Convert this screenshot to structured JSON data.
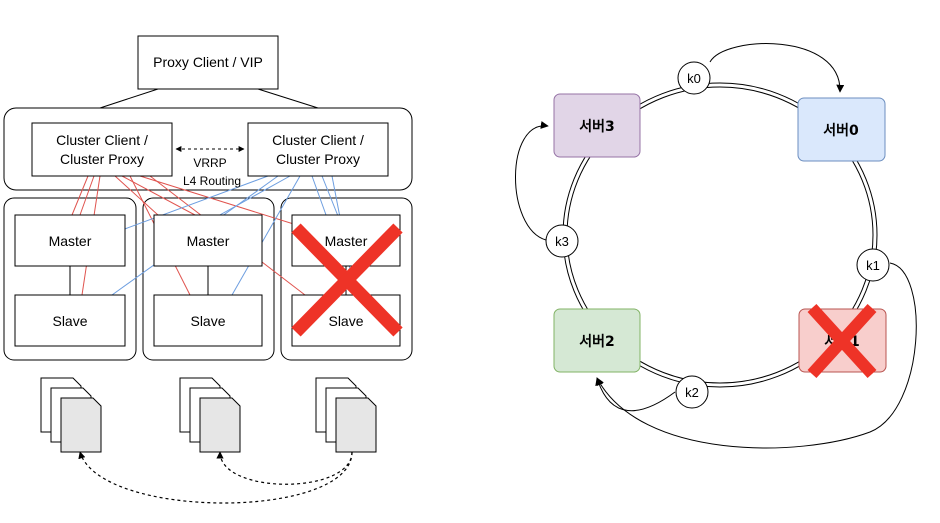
{
  "colors": {
    "red_line": "#e0544f",
    "blue_line": "#6d9ee0",
    "cross": "#ee3327",
    "server3_fill": "#e1d5e7",
    "server3_stroke": "#9673a6",
    "server0_fill": "#dae8fc",
    "server0_stroke": "#6c8ebf",
    "server2_fill": "#d5e8d4",
    "server2_stroke": "#82b366",
    "server1_fill": "#f8cecc",
    "server1_stroke": "#b85450",
    "doc_fill": "#e6e6e6"
  },
  "left_diagram": {
    "proxy_client": "Proxy Client / VIP",
    "cluster_proxy_left": [
      "Cluster Client /",
      "Cluster Proxy"
    ],
    "cluster_proxy_right": [
      "Cluster Client /",
      "Cluster Proxy"
    ],
    "vrrp_label": "VRRP",
    "routing_label": "L4 Routing",
    "groups": [
      {
        "master": "Master",
        "slave": "Slave",
        "failed": false
      },
      {
        "master": "Master",
        "slave": "Slave",
        "failed": false
      },
      {
        "master": "Master",
        "slave": "Slave",
        "failed": true
      }
    ]
  },
  "right_diagram": {
    "servers": [
      {
        "id": "server3",
        "label": "서버3",
        "failed": false
      },
      {
        "id": "server0",
        "label": "서버0",
        "failed": false
      },
      {
        "id": "server2",
        "label": "서버2",
        "failed": false
      },
      {
        "id": "server1",
        "label": "서버1",
        "failed": true
      }
    ],
    "keys": [
      "k0",
      "k1",
      "k2",
      "k3"
    ]
  }
}
